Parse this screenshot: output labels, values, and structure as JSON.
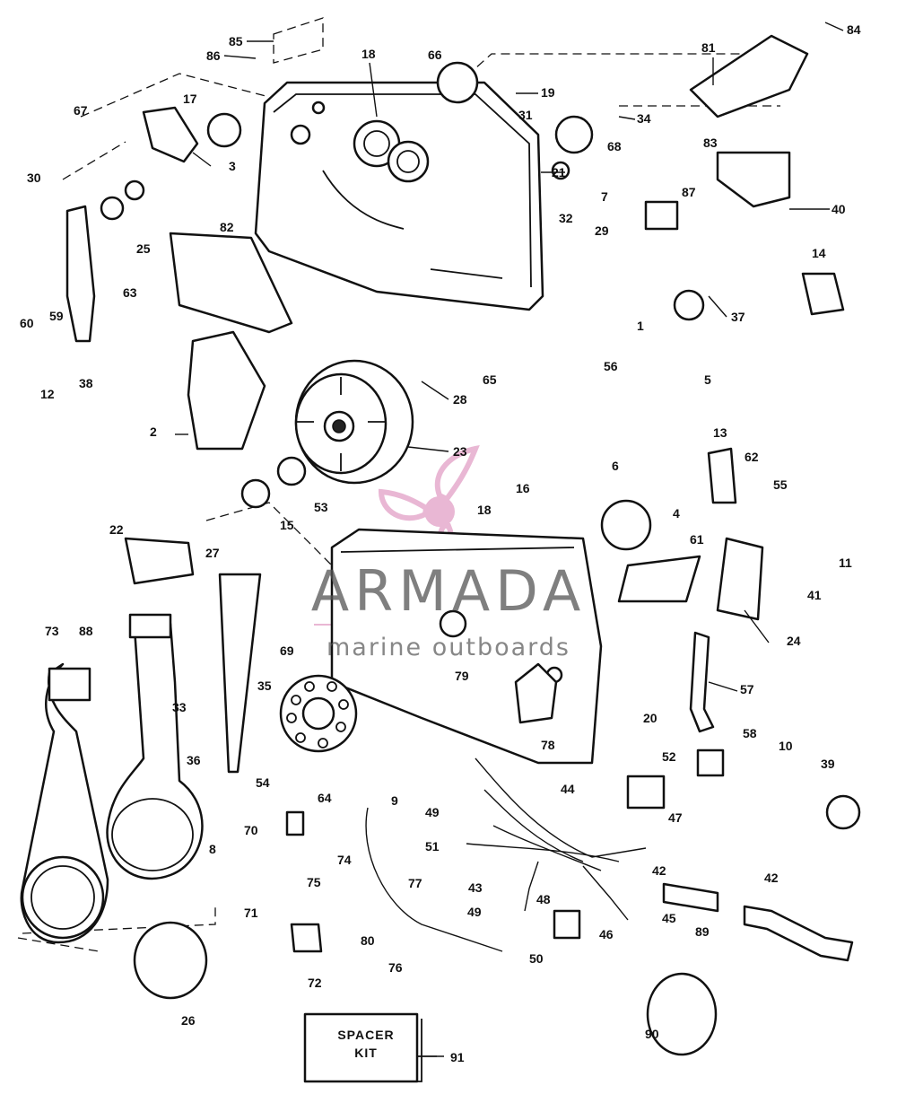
{
  "watermark": {
    "brand": "ARMADA",
    "tagline": "marine outboards",
    "logo_color": "#e2a0c6",
    "text_color": "#555555"
  },
  "spacer_kit": {
    "line1": "SPACER",
    "line2": "KIT"
  },
  "callouts": [
    "85",
    "86",
    "18",
    "66",
    "84",
    "81",
    "67",
    "17",
    "19",
    "31",
    "34",
    "68",
    "83",
    "30",
    "3",
    "82",
    "25",
    "21",
    "7",
    "87",
    "40",
    "60",
    "59",
    "63",
    "32",
    "29",
    "14",
    "1",
    "37",
    "12",
    "38",
    "5",
    "65",
    "28",
    "56",
    "2",
    "23",
    "13",
    "62",
    "16",
    "6",
    "4",
    "55",
    "15",
    "53",
    "22",
    "27",
    "18",
    "11",
    "61",
    "41",
    "73",
    "88",
    "24",
    "69",
    "79",
    "35",
    "33",
    "57",
    "20",
    "36",
    "54",
    "78",
    "58",
    "10",
    "52",
    "39",
    "64",
    "9",
    "44",
    "49",
    "47",
    "70",
    "8",
    "75",
    "74",
    "51",
    "43",
    "42",
    "42",
    "77",
    "71",
    "49",
    "48",
    "45",
    "46",
    "50",
    "80",
    "89",
    "72",
    "76",
    "26",
    "90",
    "91"
  ]
}
